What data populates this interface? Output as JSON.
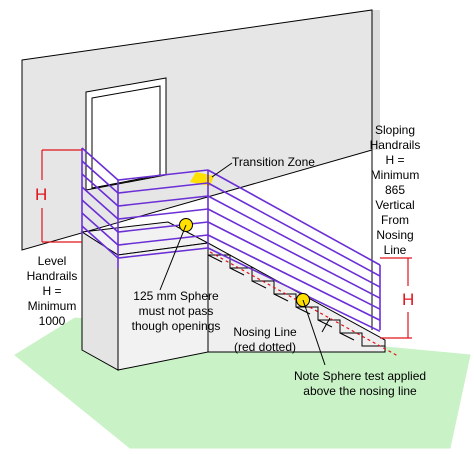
{
  "labels": {
    "transition_zone": "Transition Zone",
    "sloping": [
      "Sloping",
      "Handrails",
      "H =",
      "Minimum",
      "865",
      "Vertical",
      "From",
      "Nosing",
      "Line"
    ],
    "level": [
      "Level",
      "Handrails",
      "H =",
      "Minimum",
      "1000"
    ],
    "sphere": [
      "125 mm Sphere",
      "must not pass",
      "though openings"
    ],
    "nosing": [
      "Nosing Line",
      "(red dotted)"
    ],
    "note": [
      "Note Sphere test applied",
      "above the nosing line"
    ],
    "h_left": "H",
    "h_right": "H"
  },
  "colors": {
    "rail": "#6b2fd6",
    "wall": "#e6e6e6",
    "floor": "#c9f2c6",
    "stair_face": "#efefef",
    "sphere": "#ffe000",
    "dimension": "#e0141e",
    "transition_zone": "#ffe000",
    "nosing_line": "#e0141e"
  }
}
